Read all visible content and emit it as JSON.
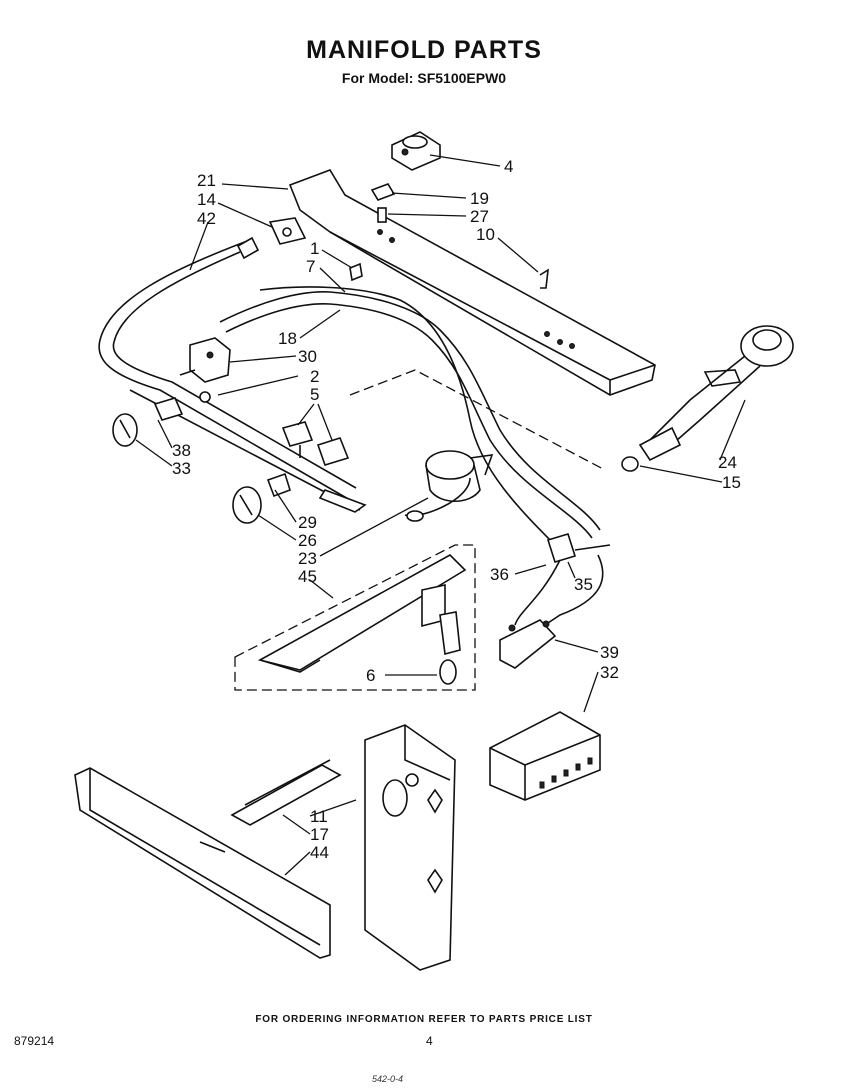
{
  "header": {
    "title": "MANIFOLD PARTS",
    "subtitle": "For Model: SF5100EPW0"
  },
  "footer": {
    "ordering_note": "FOR ORDERING INFORMATION REFER TO PARTS PRICE LIST",
    "document_number": "879214",
    "page_number": "4",
    "handwritten_note": "542-0-4"
  },
  "callouts": [
    "21",
    "14",
    "42",
    "4",
    "19",
    "27",
    "10",
    "1",
    "7",
    "18",
    "30",
    "2",
    "5",
    "38",
    "33",
    "29",
    "26",
    "23",
    "45",
    "24",
    "15",
    "36",
    "35",
    "6",
    "39",
    "32",
    "11",
    "17",
    "44"
  ]
}
